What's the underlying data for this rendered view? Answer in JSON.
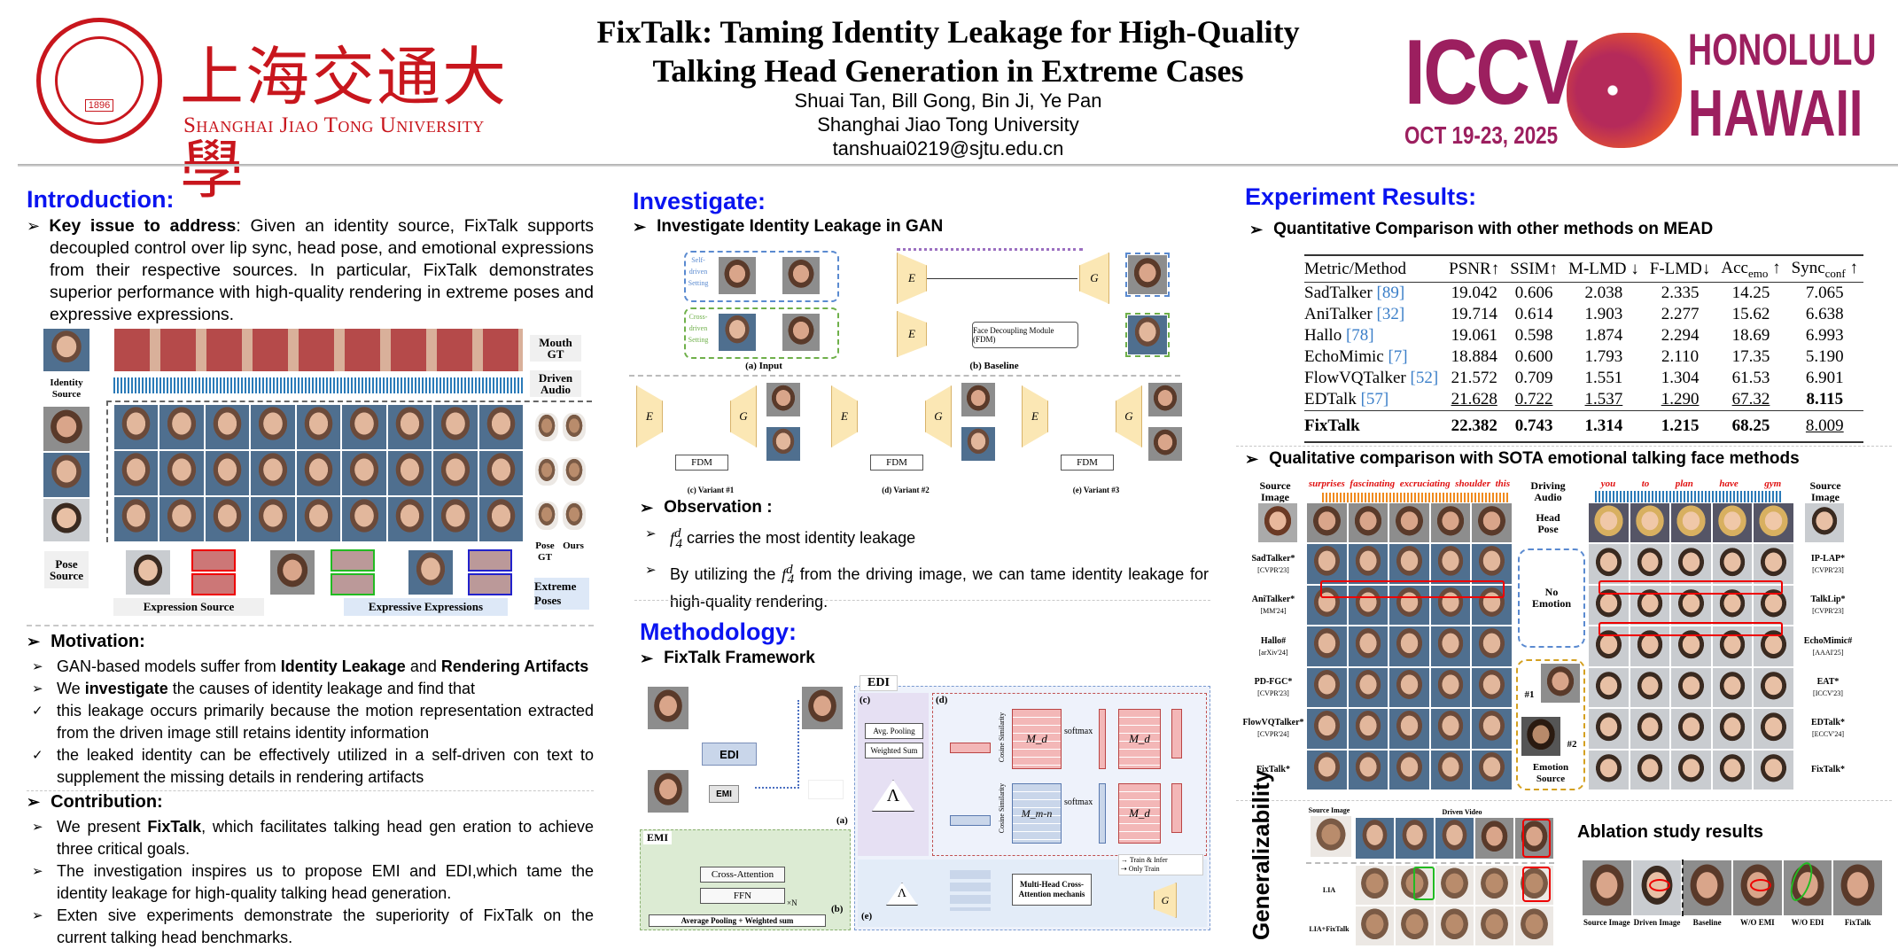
{
  "header": {
    "university_logo_text": "上海交通大學",
    "university_name": "Shanghai Jiao Tong University",
    "seal_year": "1896",
    "title_line1": "FixTalk: Taming Identity Leakage for High-Quality",
    "title_line2": "Talking Head Generation in Extreme Cases",
    "authors": "Shuai Tan, Bill Gong, Bin Ji, Ye Pan",
    "affiliation": "Shanghai Jiao Tong University",
    "email": "tanshuai0219@sjtu.edu.cn",
    "conference_logo": {
      "name": "ICCV",
      "dates": "OCT 19-23, 2025",
      "city": "HONOLULU",
      "state": "HAWAII"
    },
    "colors": {
      "accent": "#0a14f0",
      "sjtu_red": "#c8161d",
      "iccv_purple": "#9c1f5f",
      "iccv_orange": "#f05a28"
    }
  },
  "introduction": {
    "heading": "Introduction:",
    "key_issue_bold": "Key issue to address",
    "key_issue_text": ": Given an identity source, FixTalk supports decoupled control over lip sync, head pose, and emotional expressions from their respective sources. In particular, FixTalk demonstrates superior performance with high-quality rendering in extreme poses and expressive expressions.",
    "figure": {
      "identity_source": "Identity Source",
      "mouth_gt": "Mouth GT",
      "driven_audio": "Driven Audio",
      "pose_source": "Pose Source",
      "pose_gt": "Pose GT",
      "ours": "Ours",
      "expression_source": "Expression Source",
      "expressive_expressions": "Expressive Expressions",
      "extreme_poses": "Extreme Poses"
    }
  },
  "motivation": {
    "heading": "Motivation:",
    "item1": {
      "t1": "GAN-based models suffer from ",
      "b1": "Identity Leakage",
      "t2": " and ",
      "b2": "Rendering Artifacts"
    },
    "item2": {
      "t1": "We ",
      "b1": "investigate",
      "t2": " the causes of identity leakage and find that"
    },
    "item3": "this leakage occurs primarily because the motion representation extracted from the driven image still retains identity information",
    "item4": "the leaked identity can be effectively utilized in a self-driven con text to supplement the missing details in rendering artifacts"
  },
  "contribution": {
    "heading": "Contribution:",
    "item1": {
      "t1": "We present ",
      "b1": "FixTalk",
      "t2": ", which facilitates talking head gen eration to achieve three critical goals."
    },
    "item2": "The investigation inspires us to propose EMI and EDI,which tame the identity leakage for high-quality talking head generation.",
    "item3": "Exten sive experiments demonstrate the superiority of FixTalk on the current talking head benchmarks."
  },
  "investigate": {
    "heading": "Investigate:",
    "subheading": "Investigate Identity Leakage in GAN",
    "figure": {
      "input_caption": "(a) Input",
      "baseline_caption": "(b) Baseline",
      "v1_caption": "(c) Variant #1",
      "v2_caption": "(d) Variant #2",
      "v3_caption": "(e) Variant #3",
      "fdm_full": "Face Decoupling Module (FDM)",
      "fdm": "FDM",
      "self_setting": "Self-driven Setting",
      "cross_setting": "Cross-driven Setting",
      "encoder": "E",
      "generator": "G"
    },
    "observation_heading": "Observation :",
    "symbol": {
      "base": "f",
      "sub": "4",
      "sup": "d"
    },
    "obs1": " carries the most identity leakage",
    "obs2_pre": "By utilizing the ",
    "obs2_post": " from the driving image, we can tame identity leakage for high-quality rendering."
  },
  "methodology": {
    "heading": "Methodology:",
    "subheading": "FixTalk Framework",
    "figure": {
      "edi": "EDI",
      "emi": "EMI",
      "cross_attention": "Cross-Attention",
      "ffn": "FFN",
      "avg_pool_sum": "Average Pooling + Weighted sum",
      "avg_pooling": "Avg. Pooling",
      "weighted_sum": "Weighted Sum",
      "softmax": "softmax",
      "mhca": "Multi-Head Cross-Attention mechanis",
      "legend_train_infer": "Train & Infer",
      "legend_only_train": "Only Train",
      "cos_sim": "Cosine Similarity",
      "md": "M_d",
      "mmn": "M_m-n",
      "panels": [
        "(a)",
        "(b)",
        "(c)",
        "(d)",
        "(e)"
      ],
      "lambda": "Λ",
      "nx": "×N"
    }
  },
  "experiments": {
    "heading": "Experiment Results:",
    "quant_heading": "Quantitative Comparison with other methods on MEAD",
    "table": {
      "columns": [
        "Metric/Method",
        "PSNR↑",
        "SSIM↑",
        "M-LMD ↓",
        "F-LMD↓",
        "Acc_emo ↑",
        "Sync_conf ↑"
      ],
      "rows": [
        {
          "method": "SadTalker",
          "ref": "[89]",
          "values": [
            "19.042",
            "0.606",
            "2.038",
            "2.335",
            "14.25",
            "7.065"
          ]
        },
        {
          "method": "AniTalker",
          "ref": "[32]",
          "values": [
            "19.714",
            "0.614",
            "1.903",
            "2.277",
            "15.62",
            "6.638"
          ]
        },
        {
          "method": "Hallo",
          "ref": "[78]",
          "values": [
            "19.061",
            "0.598",
            "1.874",
            "2.294",
            "18.69",
            "6.993"
          ]
        },
        {
          "method": "EchoMimic",
          "ref": "[7]",
          "values": [
            "18.884",
            "0.600",
            "1.793",
            "2.110",
            "17.35",
            "5.190"
          ]
        },
        {
          "method": "FlowVQTalker",
          "ref": "[52]",
          "values": [
            "21.572",
            "0.709",
            "1.551",
            "1.304",
            "61.53",
            "6.901"
          ]
        },
        {
          "method": "EDTalk",
          "ref": "[57]",
          "values": [
            "21.628",
            "0.722",
            "1.537",
            "1.290",
            "67.32",
            "8.115"
          ]
        },
        {
          "method": "FixTalk",
          "ref": "",
          "values": [
            "22.382",
            "0.743",
            "1.314",
            "1.215",
            "68.25",
            "8.009"
          ]
        }
      ]
    },
    "qual_heading": "Qualitative comparison with SOTA emotional talking face methods",
    "qual": {
      "source_image": "Source Image",
      "driving_audio": "Driving Audio",
      "head_pose": "Head Pose",
      "no_emotion": "No Emotion",
      "emotion_source": "Emotion Source",
      "id1": "#1",
      "id2": "#2",
      "left_words": [
        "surprises",
        "fascinating",
        "excruciating",
        "shoulder",
        "this"
      ],
      "right_words": [
        "you",
        "to",
        "plan",
        "have",
        "gym"
      ],
      "left_methods": [
        {
          "name": "SadTalker*",
          "venue": "[CVPR'23]"
        },
        {
          "name": "AniTalker*",
          "venue": "[MM'24]"
        },
        {
          "name": "Hallo#",
          "venue": "[arXiv'24]"
        },
        {
          "name": "PD-FGC*",
          "venue": "[CVPR'23]"
        },
        {
          "name": "FlowVQTalker*",
          "venue": "[CVPR'24]"
        },
        {
          "name": "FixTalk*",
          "venue": ""
        }
      ],
      "right_methods": [
        {
          "name": "IP-LAP*",
          "venue": "[CVPR'23]"
        },
        {
          "name": "TalkLip*",
          "venue": "[CVPR'23]"
        },
        {
          "name": "EchoMimic#",
          "venue": "[AAAI'25]"
        },
        {
          "name": "EAT*",
          "venue": "[ICCV'23]"
        },
        {
          "name": "EDTalk*",
          "venue": "[ECCV'24]"
        },
        {
          "name": "FixTalk*",
          "venue": ""
        }
      ]
    },
    "generalizability": {
      "label": "Generalizability",
      "source_image": "Source Image",
      "driven_video": "Driven Video",
      "lia": "LIA",
      "lia_fixtalk": "LIA+FixTalk"
    },
    "ablation": {
      "heading": "Ablation study results",
      "captions": [
        "Source Image",
        "Driven Image",
        "Baseline",
        "W/O EMI",
        "W/O EDI",
        "FixTalk"
      ]
    }
  }
}
